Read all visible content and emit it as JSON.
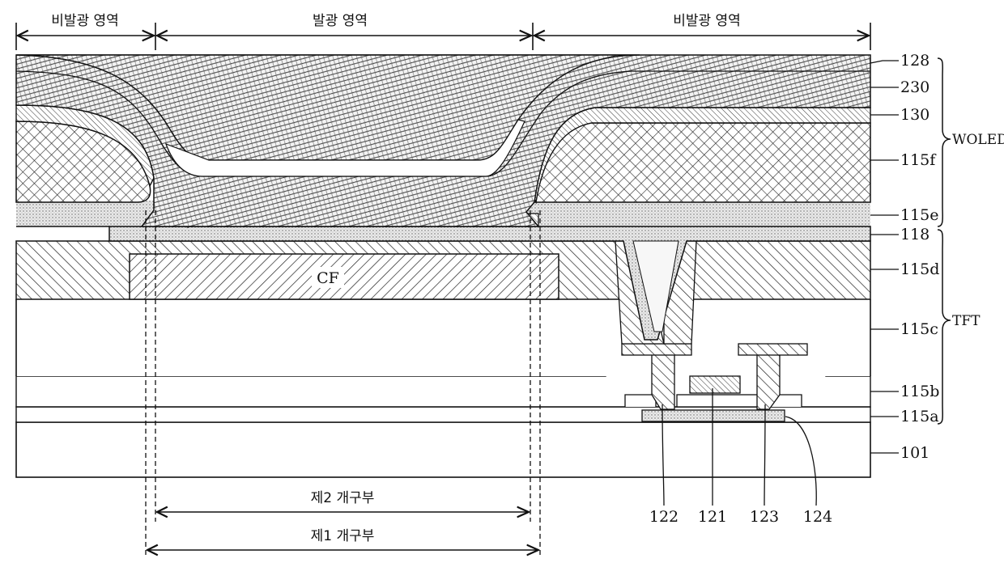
{
  "regions": {
    "left_non_emitting": "비발광 영역",
    "emitting": "발광 영역",
    "right_non_emitting": "비발광 영역"
  },
  "openings": {
    "second": "제2 개구부",
    "first": "제1 개구부"
  },
  "center_label": "CF",
  "layer_refs": {
    "r128": "128",
    "r230": "230",
    "r130": "130",
    "r115f": "115f",
    "r115e": "115e",
    "r118": "118",
    "r115d": "115d",
    "r115c": "115c",
    "r115b": "115b",
    "r115a": "115a",
    "r101": "101"
  },
  "bottom_refs": {
    "r122": "122",
    "r121": "121",
    "r123": "123",
    "r124": "124"
  },
  "brackets": {
    "woled": "WOLED",
    "tft": "TFT"
  }
}
